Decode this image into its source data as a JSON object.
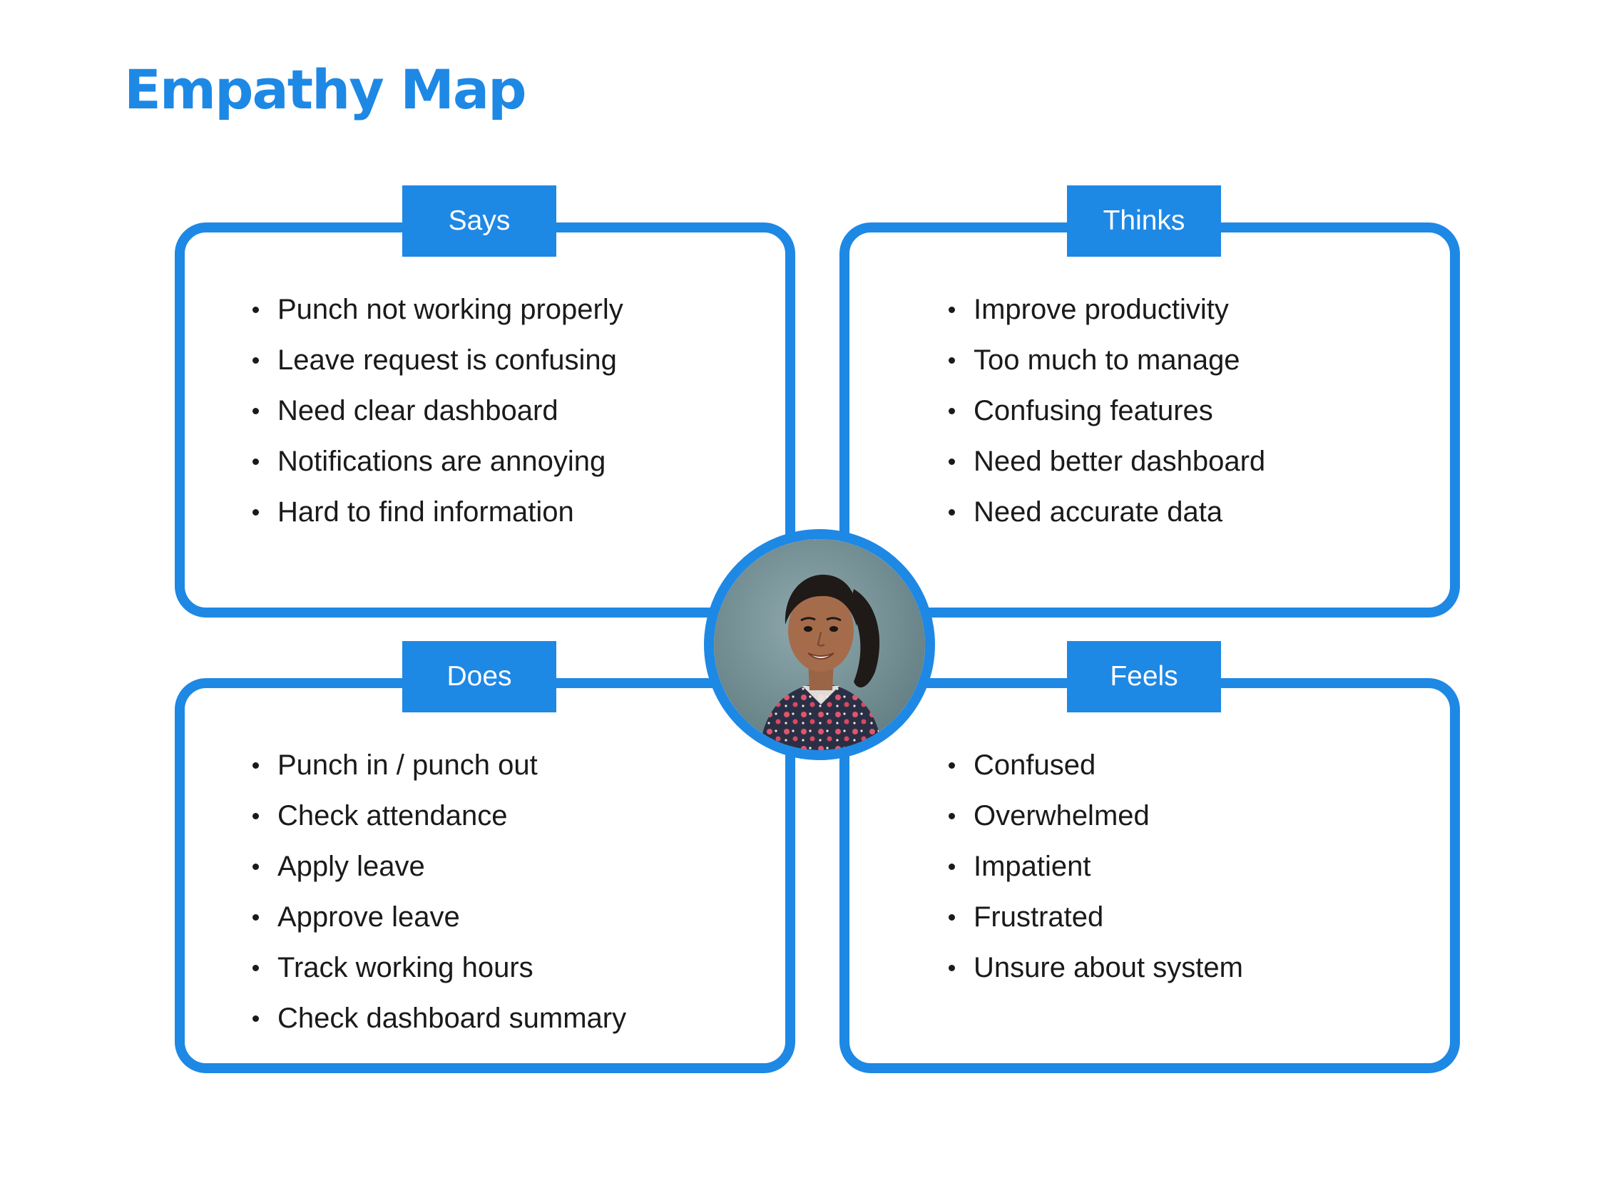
{
  "title": "Empathy Map",
  "colors": {
    "accent": "#1e88e5",
    "text": "#1a1a1a",
    "background": "#ffffff"
  },
  "quadrants": {
    "says": {
      "label": "Says",
      "items": [
        "Punch not working properly",
        "Leave request is confusing",
        "Need clear dashboard",
        "Notifications are annoying",
        "Hard to find information"
      ]
    },
    "thinks": {
      "label": "Thinks",
      "items": [
        "Improve productivity",
        "Too much to manage",
        "Confusing features",
        "Need better dashboard",
        "Need accurate data"
      ]
    },
    "does": {
      "label": "Does",
      "items": [
        "Punch in / punch out",
        "Check attendance",
        "Apply leave",
        "Approve leave",
        "Track working hours",
        "Check dashboard summary"
      ]
    },
    "feels": {
      "label": "Feels",
      "items": [
        "Confused",
        "Overwhelmed",
        "Impatient",
        "Frustrated",
        "Unsure about system"
      ]
    }
  },
  "persona": {
    "icon": "persona-photo"
  }
}
